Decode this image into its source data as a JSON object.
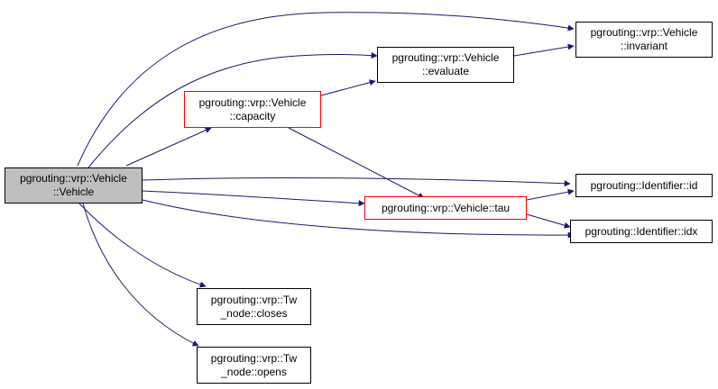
{
  "colors": {
    "edge": "#191970",
    "root_fill": "#bfbfbf",
    "highlight_border": "#ff0000",
    "default_border": "#000000"
  },
  "nodes": {
    "vehicle_ctor": {
      "line1": "pgrouting::vrp::Vehicle",
      "line2": "::Vehicle"
    },
    "invariant": {
      "line1": "pgrouting::vrp::Vehicle",
      "line2": "::invariant"
    },
    "evaluate": {
      "line1": "pgrouting::vrp::Vehicle",
      "line2": "::evaluate"
    },
    "capacity": {
      "line1": "pgrouting::vrp::Vehicle",
      "line2": "::capacity"
    },
    "identifier_id": {
      "line1": "pgrouting::Identifier::id"
    },
    "tau": {
      "line1": "pgrouting::vrp::Vehicle::tau"
    },
    "identifier_idx": {
      "line1": "pgrouting::Identifier::idx"
    },
    "closes": {
      "line1": "pgrouting::vrp::Tw",
      "line2": "_node::closes"
    },
    "opens": {
      "line1": "pgrouting::vrp::Tw",
      "line2": "_node::opens"
    }
  }
}
